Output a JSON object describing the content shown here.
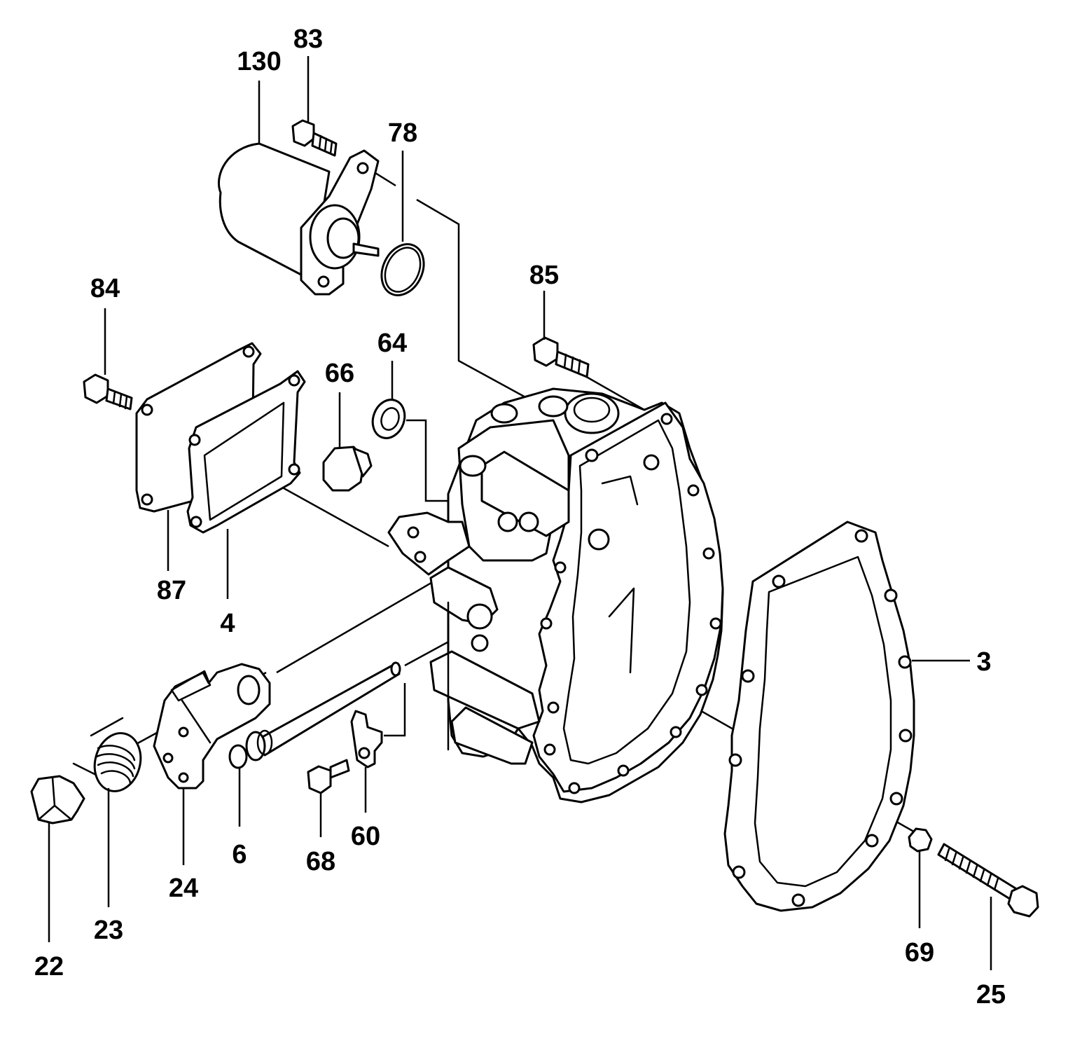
{
  "diagram": {
    "colors": {
      "line": "#000000",
      "background": "#ffffff"
    },
    "callouts": [
      "130",
      "83",
      "78",
      "84",
      "85",
      "66",
      "64",
      "87",
      "4",
      "3",
      "22",
      "23",
      "24",
      "6",
      "68",
      "60",
      "69",
      "25"
    ]
  }
}
